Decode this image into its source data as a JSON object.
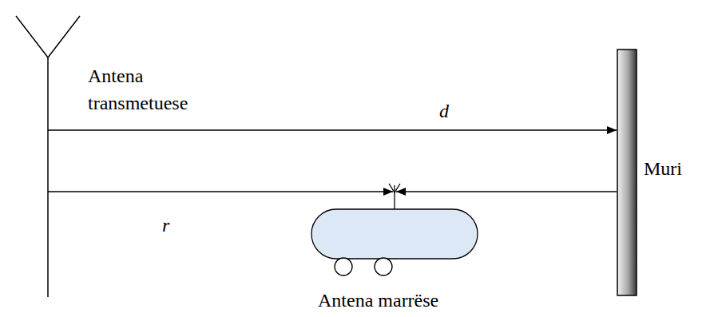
{
  "diagram": {
    "labels": [
      "Antena transmetuese",
      "d",
      "Muri",
      "r",
      "Antena marrëse"
    ]
  }
}
